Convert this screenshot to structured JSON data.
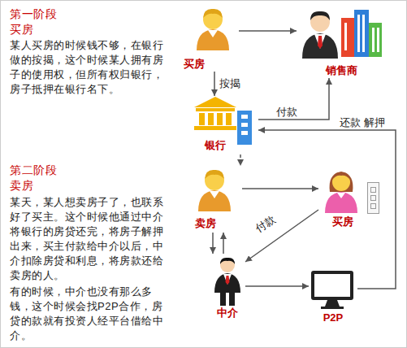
{
  "diagram": {
    "nodes": [
      {
        "text": [
          "买房"
        ]
      },
      {
        "text": [
          "销售商"
        ]
      },
      {
        "text": [
          "银行"
        ]
      },
      {
        "text": [
          "卖房"
        ]
      },
      {
        "text": [
          "买房"
        ]
      },
      {
        "text": [
          "中介"
        ]
      },
      {
        "text": [
          "P2P"
        ]
      }
    ],
    "edges": [
      {
        "from": 0,
        "to": 1,
        "arrow": "to"
      },
      {
        "from": 0,
        "to": 2,
        "label": "按揭",
        "arrow": "to"
      },
      {
        "from": 2,
        "to": 1,
        "label": "付款",
        "arrow": "to"
      },
      {
        "from": 6,
        "to": 2,
        "label": "还款 解押",
        "arrow": "to"
      },
      {
        "from": 2,
        "to": 3,
        "arrow": "to"
      },
      {
        "from": 3,
        "to": 4,
        "arrow": "to"
      },
      {
        "from": 4,
        "to": 5,
        "label": "付款",
        "arrow": "to"
      },
      {
        "from": 3,
        "to": 5,
        "arrow": "to"
      },
      {
        "from": 5,
        "to": 3,
        "arrow": "to"
      },
      {
        "from": 5,
        "to": 6,
        "arrow": "to"
      }
    ],
    "labels": [
      "第一阶段",
      "买房",
      "某人买房的时候钱不够，在银行做的按揭，这个时候某人拥有房子的使用权，但所有权归银行，房子抵押在银行名下。",
      "第二阶段",
      "卖房",
      "某天，某人想卖房子了，也联系好了买主。这个时候他通过中介将银行的房贷还完，将房子解押出来，买主付款给中介以后，中介扣除房贷和利息，将房款还给卖房的人。",
      "有的时候，中介也没有那么多钱，这个时候会找P2P合作，房贷的款就有投资人经平台借给中介。"
    ]
  }
}
